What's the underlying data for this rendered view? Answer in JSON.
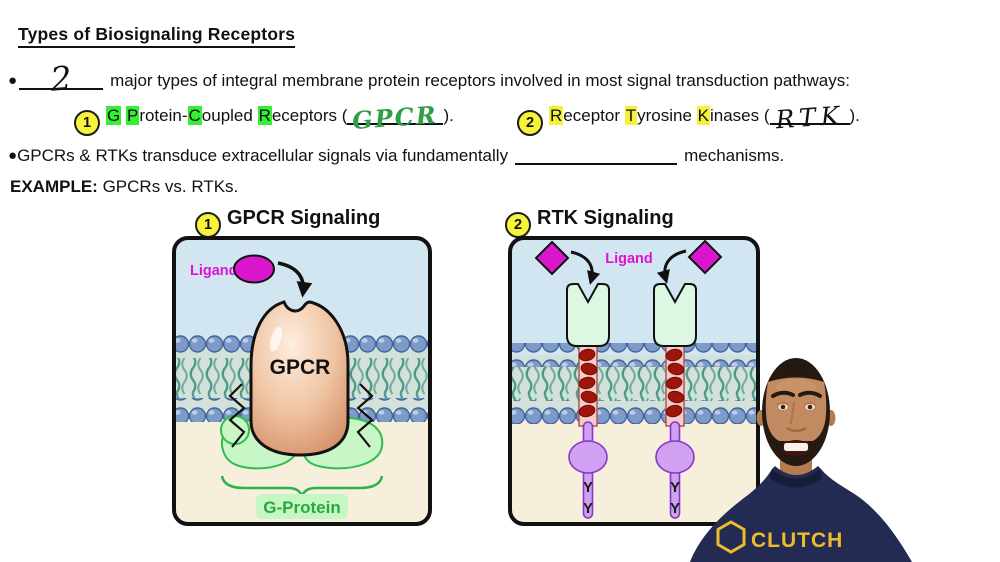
{
  "colors": {
    "highlight_green": "#35ef35",
    "highlight_yellow": "#f4f13a",
    "badge_yellow": "#f7f23c",
    "ligand_magenta": "#da16cc",
    "gprotein_green": "#28a745",
    "handwriting_green": "#2f9e45",
    "receptor_tan": "#e9b890",
    "rtk_purple": "#d0a1f2",
    "helix_red": "#9e150b",
    "membrane_head_blue": "#7b9cc9",
    "extracellular_blue": "#d2e6f2",
    "cytosol_cream": "#f6efdc",
    "shirt_navy": "#232b52",
    "clutch_gold": "#eebc2a"
  },
  "header": {
    "title": "Types of Biosignaling Receptors",
    "line1": {
      "bullet": "●",
      "blank_value": "2",
      "text": "major types of integral membrane protein receptors involved in most signal transduction pathways:"
    },
    "receptor_types": {
      "gpcr": {
        "number": "1",
        "hl1": "G",
        "mid1": " ",
        "hl2": "P",
        "mid2": "rotein-",
        "hl3": "C",
        "mid3": "oupled ",
        "hl4": "R",
        "mid4": "eceptors (",
        "written": "GPCR",
        "close": ")."
      },
      "rtk": {
        "number": "2",
        "hl1": "R",
        "mid1": "eceptor ",
        "hl2": "T",
        "mid2": "yrosine ",
        "hl3": "K",
        "mid3": "inases (",
        "written": "RTK",
        "close": ")."
      }
    },
    "line3": {
      "bullet": "●",
      "pre": "GPCRs & RTKs transduce extracellular signals via fundamentally",
      "post": "mechanisms."
    },
    "example": {
      "label": "EXAMPLE:",
      "text": "GPCRs vs. RTKs."
    }
  },
  "diagrams": {
    "gpcr": {
      "number": "1",
      "heading": "GPCR Signaling",
      "ligand_label": "Ligand",
      "receptor_label": "GPCR",
      "gprotein_label": "G-Protein"
    },
    "rtk": {
      "number": "2",
      "heading": "RTK Signaling",
      "ligand_label": "Ligand",
      "tyrosine_label": "Y"
    }
  },
  "presenter": {
    "shirt_text": "CLUTCH"
  }
}
